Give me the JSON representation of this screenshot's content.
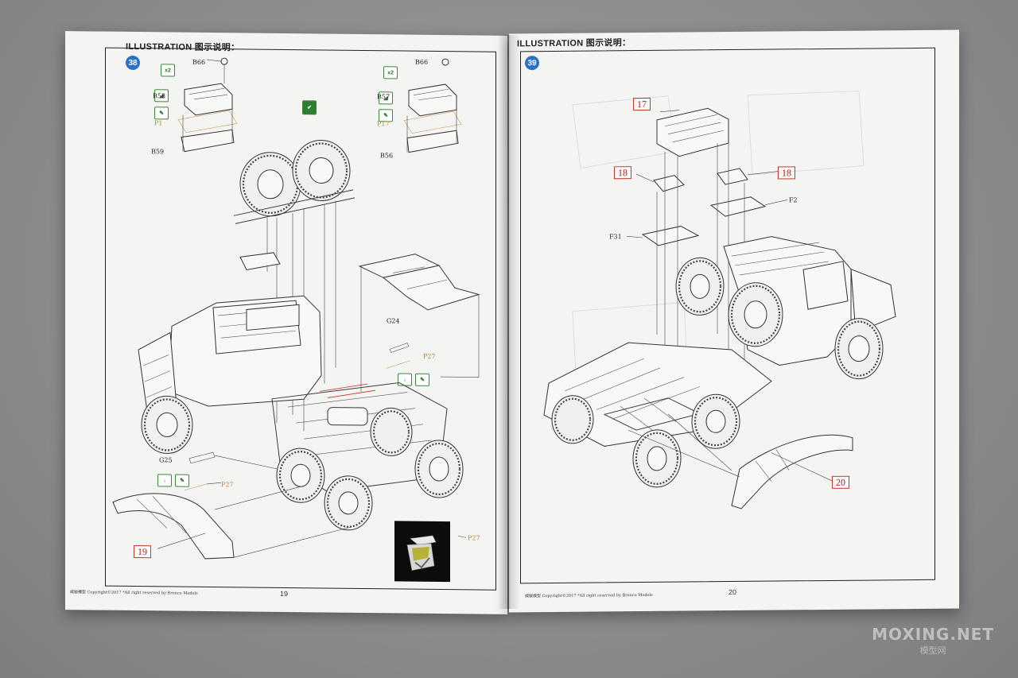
{
  "left_page": {
    "header": "ILLUSTRATION 图示说明：",
    "step_number": "38",
    "multiplier_badges": [
      "x2",
      "x2"
    ],
    "parts": {
      "b66_a": "B66",
      "b58": "B58",
      "p1": "P1",
      "b59": "B59",
      "b66_b": "B66",
      "b57": "B57",
      "p17": "P17",
      "b56": "B56",
      "g24": "G24",
      "p27_a": "P27",
      "g25": "G25",
      "p27_b": "P27",
      "p27_c": "P27"
    },
    "ref_box": "19",
    "footer_text": "威骏模型   Copyright©2017 *All right reserved by Bronco Models",
    "page_number": "19"
  },
  "right_page": {
    "header": "ILLUSTRATION 图示说明：",
    "step_number": "39",
    "ref_boxes": {
      "top": "17",
      "left": "18",
      "right": "18",
      "bottom": "20"
    },
    "parts": {
      "f2": "F2",
      "f31": "F31"
    },
    "footer_text": "威骏模型   Copyright©2017 *All right reserved by Bronco Models",
    "page_number": "20"
  },
  "watermark": {
    "line1": "MOXING.NET",
    "line2": "模型网"
  },
  "colors": {
    "step_badge": "#2a72c7",
    "ref_box": "#c0392b",
    "glue_badge": "#3a8a3a",
    "paint_part": "#b08a3a"
  }
}
